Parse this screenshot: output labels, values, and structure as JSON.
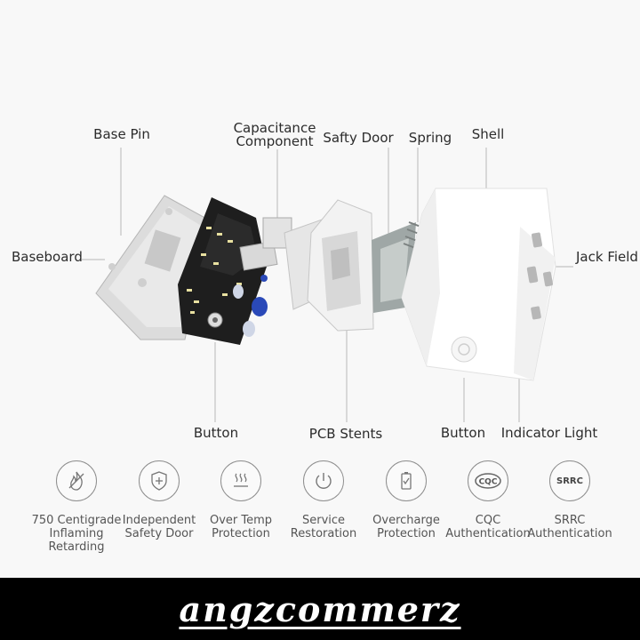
{
  "callouts": {
    "base_pin": "Base Pin",
    "capacitance": "Capacitance\nComponent",
    "safety_door": "Safty Door",
    "spring": "Spring",
    "shell": "Shell",
    "baseboard": "Baseboard",
    "jack_field": "Jack Field",
    "button_left": "Button",
    "pcb_stents": "PCB Stents",
    "button_right": "Button",
    "indicator_light": "Indicator Light"
  },
  "features": [
    {
      "icon": "flame-retardant-icon",
      "label": "750 Centigrade\nInflaming\nRetarding"
    },
    {
      "icon": "shield-plus-icon",
      "label": "Independent\nSafety Door"
    },
    {
      "icon": "heat-waves-icon",
      "label": "Over Temp\nProtection"
    },
    {
      "icon": "power-icon",
      "label": "Service\nRestoration"
    },
    {
      "icon": "battery-check-icon",
      "label": "Overcharge\nProtection"
    },
    {
      "icon": "cqc-badge-icon",
      "label": "CQC\nAuthentication",
      "badge": "CQC"
    },
    {
      "icon": "srrc-badge-icon",
      "label": "SRRC\nAuthentication",
      "badge": "SRRC"
    }
  ],
  "footer": {
    "brand": "angzcommerz"
  },
  "colors": {
    "pcb": "#1e1e1e",
    "capacitor": "#2a49b8",
    "shell": "#ffffff",
    "background": "#f8f8f8",
    "footer": "#000000"
  }
}
